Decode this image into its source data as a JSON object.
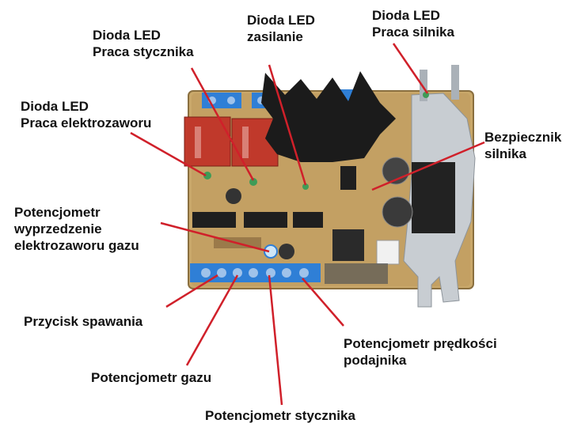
{
  "colors": {
    "board": "#c9a86a",
    "heatsink_dark": "#1b1b1b",
    "heatsink_alu": "#c8cdd2",
    "terminal_blue": "#2f7fd6",
    "relay_red": "#c0392b",
    "callout_line": "#d0202a",
    "chip_black": "#1f1f1f"
  },
  "labels": {
    "led_contactor": {
      "line1": "Dioda LED",
      "line2": "Praca stycznika"
    },
    "led_power": {
      "line1": "Dioda LED",
      "line2": "zasilanie"
    },
    "led_motor": {
      "line1": "Dioda LED",
      "line2": "Praca silnika"
    },
    "led_valve": {
      "line1": "Dioda LED",
      "line2": "Praca elektrozaworu"
    },
    "fuse": {
      "line1": "Bezpiecznik",
      "line2": "silnika"
    },
    "pot_advance": {
      "line1": "Potencjometr",
      "line2": "wyprzedzenie",
      "line3": "elektrozaworu gazu"
    },
    "weld_button": {
      "line1": "Przycisk spawania"
    },
    "pot_speed": {
      "line1": "Potencjometr prędkości",
      "line2": "podajnika"
    },
    "pot_gas": {
      "line1": "Potencjometr gazu"
    },
    "pot_contactor": {
      "line1": "Potencjometr stycznika"
    }
  }
}
